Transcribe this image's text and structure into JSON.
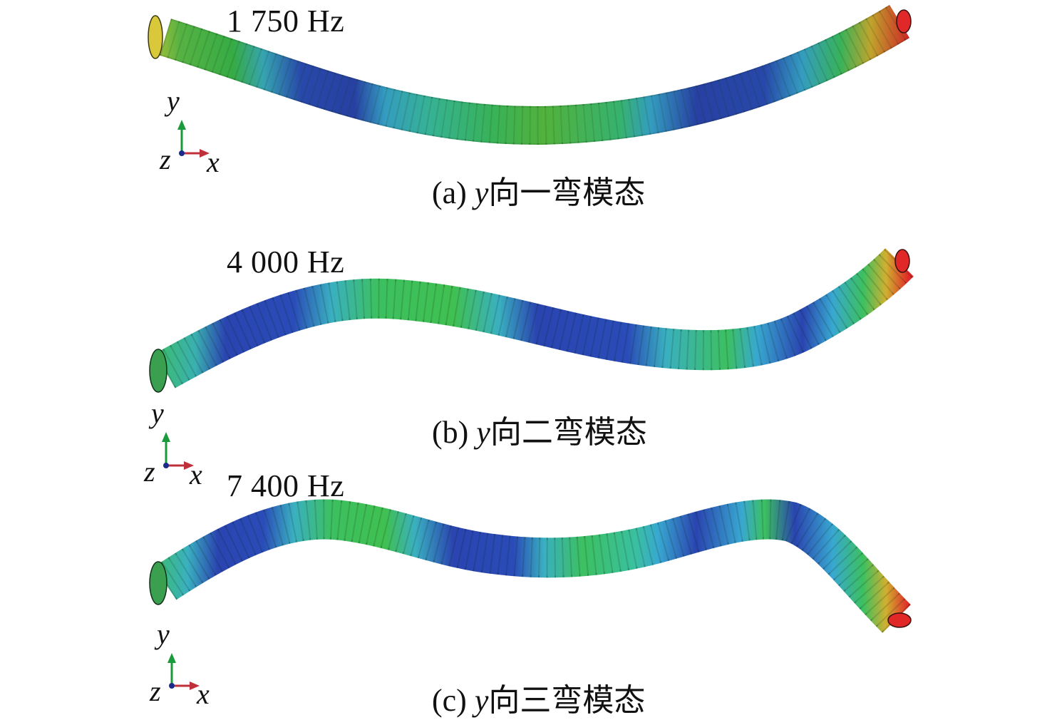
{
  "modes": [
    {
      "frequency": "1 750 Hz",
      "caption_prefix": "(a) ",
      "caption_axis": "y",
      "caption_text": "向一弯模态"
    },
    {
      "frequency": "4 000 Hz",
      "caption_prefix": "(b) ",
      "caption_axis": "y",
      "caption_text": "向二弯模态"
    },
    {
      "frequency": "7 400 Hz",
      "caption_prefix": "(c) ",
      "caption_axis": "y",
      "caption_text": "向三弯模态"
    }
  ],
  "triad_labels": {
    "y": "y",
    "z": "z",
    "x": "x"
  },
  "colors": {
    "axis_y": "#1a9a3a",
    "axis_x": "#c0303a",
    "axis_z": "#1a2a8a",
    "contour_low": "#2a3fb0",
    "contour_mid": "#3ab0d0",
    "contour_green": "#3cc060",
    "contour_high": "#e03020"
  }
}
